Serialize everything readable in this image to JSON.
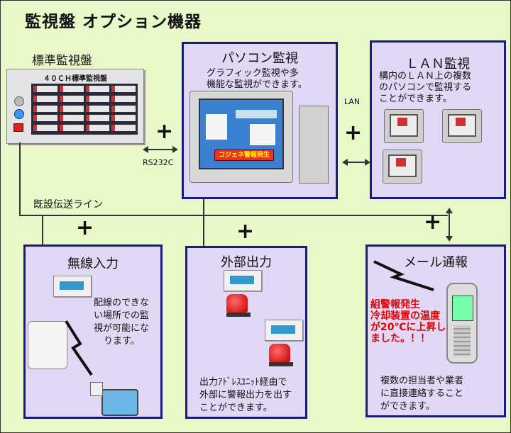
{
  "title": "監視盤 オプション機器",
  "standard_panel": {
    "label": "標準監視盤",
    "panel_heading": "４０ＣＨ標準監視盤"
  },
  "connections": {
    "rs232c": "RS232C",
    "lan": "LAN",
    "existing_line": "既設伝送ライン",
    "plus": "+"
  },
  "pc_monitor": {
    "title": "パソコン監視",
    "desc_line1": "グラフィック監視や多",
    "desc_line2": "機能な監視ができます。",
    "screen_alarm": "コジェネ警報発生"
  },
  "lan_monitor": {
    "title": "ＬＡＮ監視",
    "desc_line1": "構内のＬＡＮ上の複数",
    "desc_line2": "のパソコンで監視する",
    "desc_line3": "ことができます。"
  },
  "wireless_input": {
    "title": "無線入力",
    "desc_line1": "配線のできな",
    "desc_line2": "い場所での監",
    "desc_line3": "視が可能にな",
    "desc_line4": "ります。"
  },
  "external_output": {
    "title": "外部出力",
    "desc_line1": "出力ｱﾄﾞﾚｽﾕﾆｯﾄ経由で",
    "desc_line2": "外部に警報出力を出す",
    "desc_line3": "ことができます。"
  },
  "mail_notify": {
    "title": "メール通報",
    "alert_line1": "組警報発生",
    "alert_line2": "冷却装置の温度",
    "alert_line3": "が20℃に上昇し",
    "alert_line4": "ました。！！",
    "desc_line1": "複数の担当者や業者",
    "desc_line2": "に直接連絡すること",
    "desc_line3": "ができます。"
  }
}
